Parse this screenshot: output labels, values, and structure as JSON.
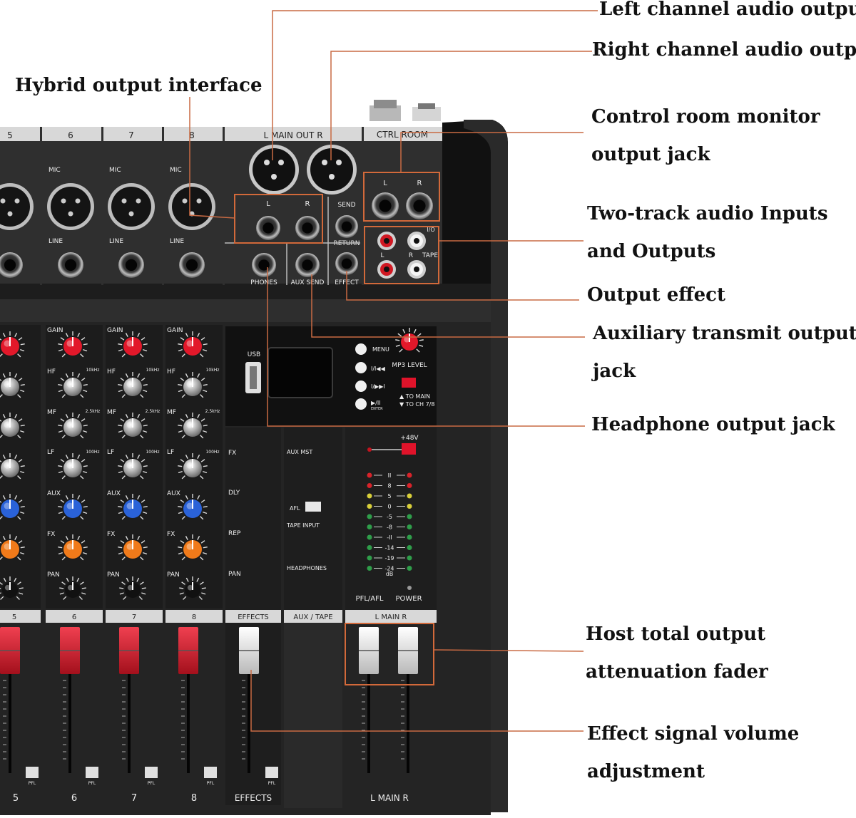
{
  "callouts": {
    "left_out": [
      "Left channel audio output"
    ],
    "right_out": [
      "Right channel audio output"
    ],
    "hybrid": [
      "Hybrid output interface"
    ],
    "ctrl_room": [
      "Control room monitor",
      "output jack"
    ],
    "two_track": [
      "Two-track audio Inputs",
      "and Outputs"
    ],
    "effect_out": [
      "Output effect"
    ],
    "aux_send": [
      "Auxiliary transmit output",
      "jack"
    ],
    "phones": [
      "Headphone output jack"
    ],
    "main_fader": [
      "Host total output",
      "attenuation fader"
    ],
    "effect_vol": [
      "Effect signal volume",
      "adjustment"
    ]
  },
  "panel": {
    "channels": [
      "5",
      "6",
      "7",
      "8"
    ],
    "main_out": "L  MAIN OUT  R",
    "ctrl_room": "CTRL ROOM",
    "mic": "MIC",
    "line": "LINE",
    "l": "L",
    "r": "R",
    "send": "SEND",
    "return": "RETURN",
    "phones": "PHONES",
    "aux_send": "AUX SEND",
    "effect": "EFFECT",
    "tape": "TAPE",
    "in_out": "I/O",
    "gain": "GAIN",
    "hf": "HF",
    "mf": "MF",
    "lf": "LF",
    "aux": "AUX",
    "fx": "FX",
    "pan": "PAN",
    "hz10k": "10kHz",
    "hz25k": "2.5kHz",
    "hz100": "100Hz",
    "usb": "USB",
    "menu": "MENU",
    "prev": "I/I◀◀",
    "next": "I/▶▶I",
    "play": "▶/II",
    "enter": "ENTER",
    "mp3_level": "MP3 LEVEL",
    "to_main": "▲ TO MAIN",
    "to_ch78": "▼ TO CH 7/8",
    "fx_knob": "FX",
    "dly": "DLY",
    "rep": "REP",
    "aux_mst": "AUX MST",
    "afl": "AFL",
    "tape_input": "TAPE INPUT",
    "headphones": "HEADPHONES",
    "phantom": "+48V",
    "meter_scale": [
      "II",
      "8",
      "5",
      "0",
      "-5",
      "-8",
      "-II",
      "-14",
      "-19",
      "-24"
    ],
    "db": "dB",
    "pfl_afl": "PFL/AFL",
    "power": "POWER",
    "effects": "EFFECTS",
    "aux_tape": "AUX / TAPE",
    "main_lr": "L   MAIN   R",
    "pfl": "PFL"
  }
}
